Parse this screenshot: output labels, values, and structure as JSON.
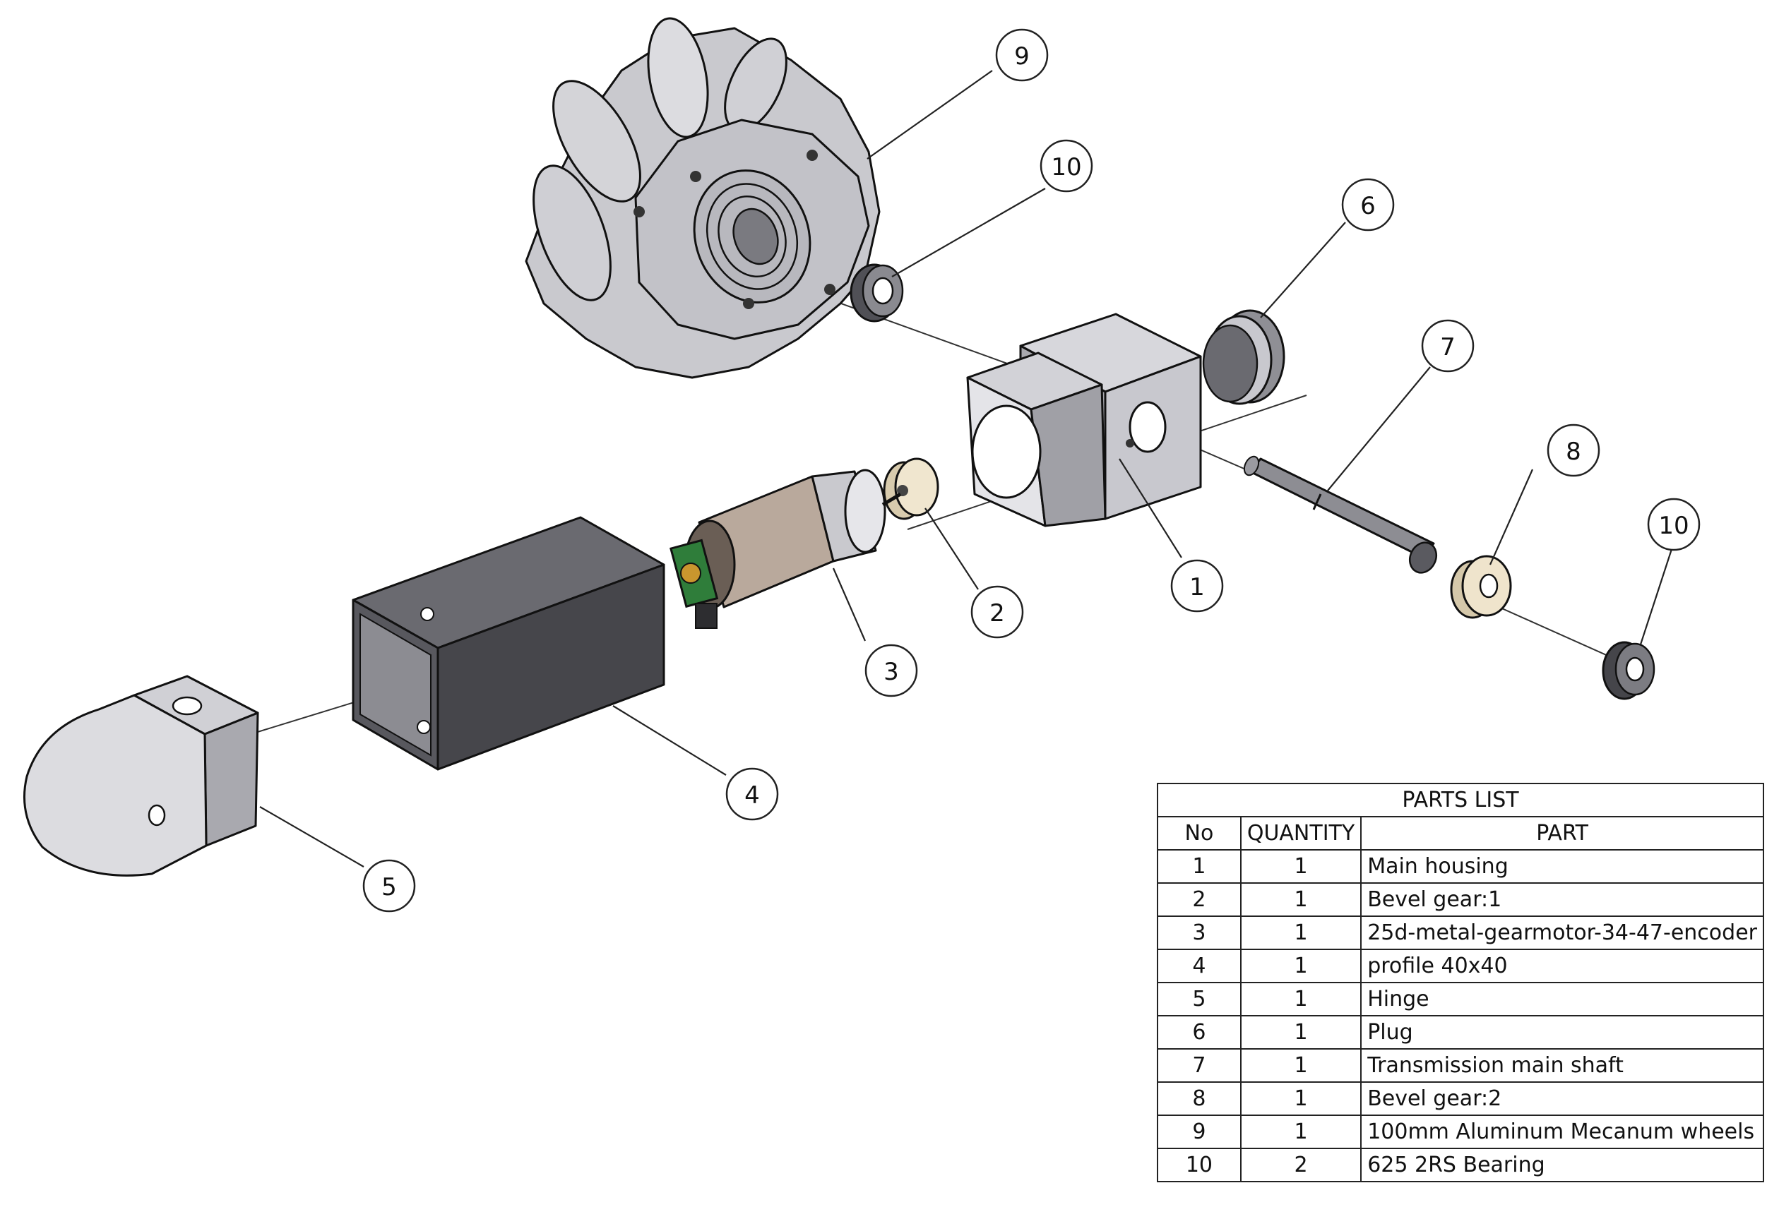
{
  "balloons": [
    {
      "id": "9",
      "label": "9"
    },
    {
      "id": "10a",
      "label": "10"
    },
    {
      "id": "6",
      "label": "6"
    },
    {
      "id": "7",
      "label": "7"
    },
    {
      "id": "8",
      "label": "8"
    },
    {
      "id": "10b",
      "label": "10"
    },
    {
      "id": "1",
      "label": "1"
    },
    {
      "id": "2",
      "label": "2"
    },
    {
      "id": "3",
      "label": "3"
    },
    {
      "id": "4",
      "label": "4"
    },
    {
      "id": "5",
      "label": "5"
    }
  ],
  "parts_list": {
    "title": "PARTS LIST",
    "headers": {
      "no": "No",
      "quantity": "QUANTITY",
      "part": "PART"
    },
    "rows": [
      {
        "no": "1",
        "quantity": "1",
        "part": "Main housing"
      },
      {
        "no": "2",
        "quantity": "1",
        "part": "Bevel gear:1"
      },
      {
        "no": "3",
        "quantity": "1",
        "part": "25d-metal-gearmotor-34-47-encoder"
      },
      {
        "no": "4",
        "quantity": "1",
        "part": "profile 40x40"
      },
      {
        "no": "5",
        "quantity": "1",
        "part": "Hinge"
      },
      {
        "no": "6",
        "quantity": "1",
        "part": "Plug"
      },
      {
        "no": "7",
        "quantity": "1",
        "part": "Transmission main shaft"
      },
      {
        "no": "8",
        "quantity": "1",
        "part": "Bevel gear:2"
      },
      {
        "no": "9",
        "quantity": "1",
        "part": "100mm Aluminum Mecanum wheels"
      },
      {
        "no": "10",
        "quantity": "2",
        "part": "625 2RS Bearing"
      }
    ]
  },
  "colors": {
    "part_light": "#d9d9de",
    "part_mid": "#b4b4ba",
    "part_dark": "#5e5e62",
    "motor_body": "#b9a99c",
    "gear_brass": "#e9dcc0",
    "pcb_green": "#2f7d3a",
    "outline": "#111111"
  }
}
